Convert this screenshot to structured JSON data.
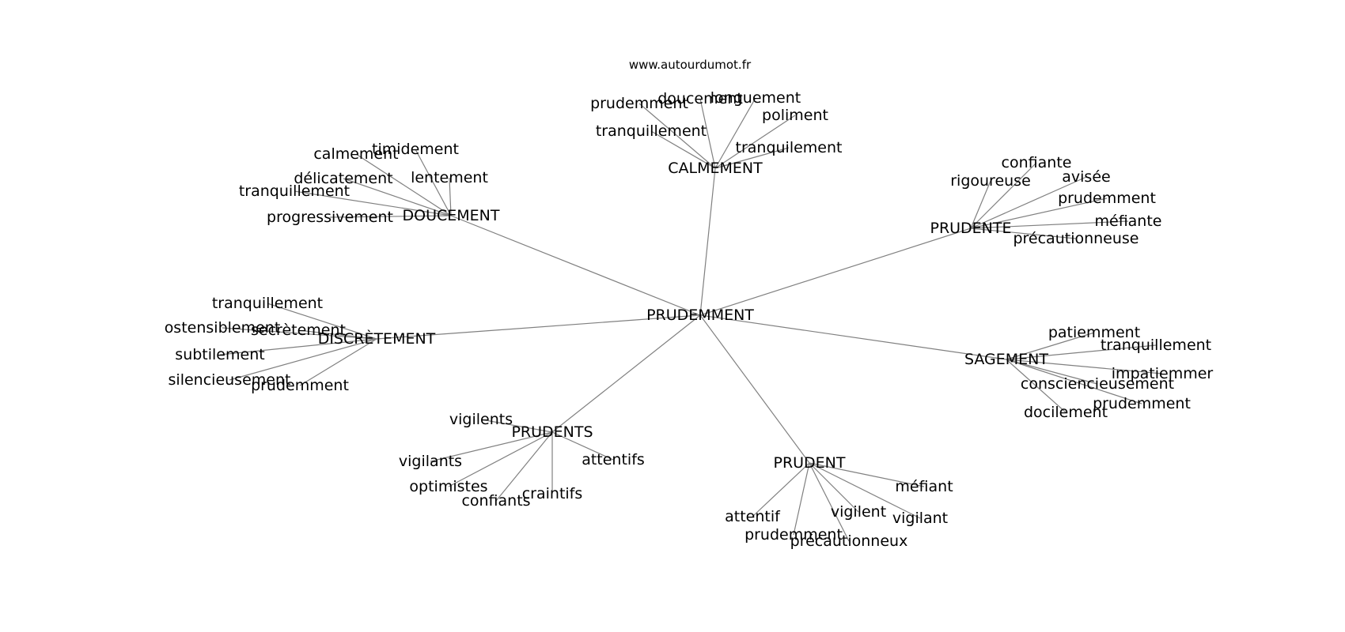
{
  "header": {
    "source": "www.autourdumot.fr"
  },
  "graph": {
    "center": "PRUDEMMENT",
    "clusters": [
      {
        "hub": "CALMEMENT",
        "words": [
          "prudemment",
          "doucement",
          "longuement",
          "poliment",
          "tranquillement",
          "tranquilement"
        ]
      },
      {
        "hub": "DOUCEMENT",
        "words": [
          "calmement",
          "timidement",
          "délicatement",
          "lentement",
          "tranquillement",
          "progressivement"
        ]
      },
      {
        "hub": "PRUDENTE",
        "words": [
          "confiante",
          "rigoureuse",
          "avisée",
          "prudemment",
          "méfiante",
          "précautionneuse"
        ]
      },
      {
        "hub": "DISCRÈTEMENT",
        "words": [
          "tranquillement",
          "ostensiblement",
          "secrètement",
          "subtilement",
          "silencieusement",
          "prudemment"
        ]
      },
      {
        "hub": "SAGEMENT",
        "words": [
          "patiemment",
          "tranquillement",
          "impatiemmer",
          "consciencieusement",
          "prudemment",
          "docilement"
        ]
      },
      {
        "hub": "PRUDENTS",
        "words": [
          "vigilents",
          "vigilants",
          "attentifs",
          "optimistes",
          "confiants",
          "craintifs"
        ]
      },
      {
        "hub": "PRUDENT",
        "words": [
          "méfiant",
          "attentif",
          "vigilent",
          "vigilant",
          "prudemment",
          "précautionneux"
        ]
      }
    ]
  }
}
